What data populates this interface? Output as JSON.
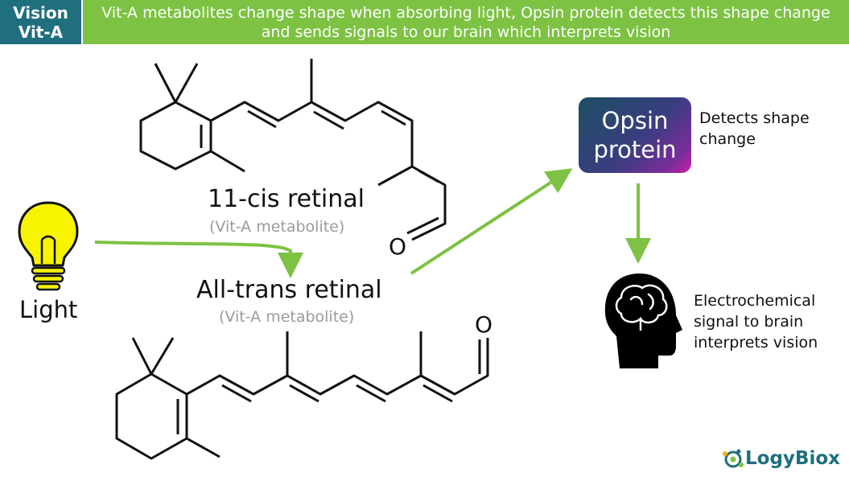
{
  "header": {
    "topic_line1": "Vision",
    "topic_line2": "Vit-A",
    "caption": "Vit-A metabolites change shape when absorbing light, Opsin protein detects this shape change and sends signals to our brain which interprets vision"
  },
  "molecule_top": {
    "name": "11-cis retinal",
    "subtitle": "(Vit-A metabolite)",
    "oxygen": "O"
  },
  "molecule_bottom": {
    "name": "All-trans retinal",
    "subtitle": "(Vit-A metabolite)",
    "oxygen": "O"
  },
  "light": {
    "label": "Light"
  },
  "opsin": {
    "line1": "Opsin",
    "line2": "protein",
    "note": "Detects shape change"
  },
  "brain": {
    "note": "Electrochemical signal to brain interprets vision"
  },
  "brand": {
    "name": "LogyBiox"
  },
  "colors": {
    "teal": "#1f6f7e",
    "green": "#7dc243",
    "bulb": "#f7f400"
  },
  "icons": [
    "lightbulb-icon",
    "brain-head-icon",
    "logo-icon"
  ]
}
